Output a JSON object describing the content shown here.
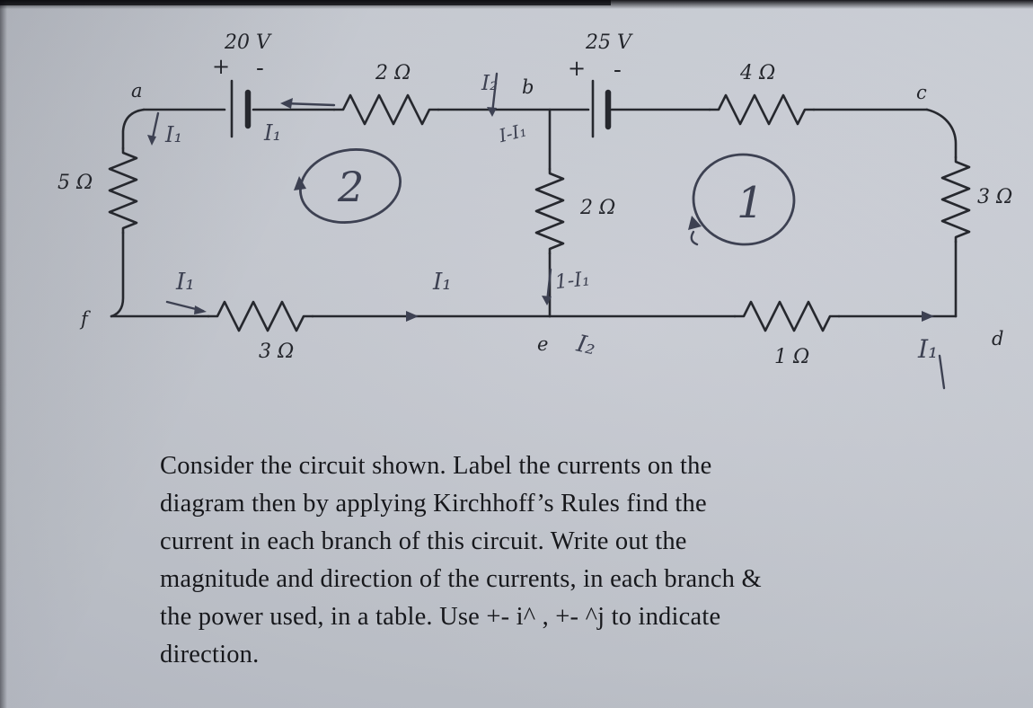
{
  "circuit": {
    "nodes": {
      "a": "a",
      "b": "b",
      "c": "c",
      "d": "d",
      "e": "e",
      "f": "f"
    },
    "sources": {
      "v1": "20 V",
      "v2": "25 V",
      "plus": "+",
      "minus": "-"
    },
    "resistors": {
      "r_ab": "2 Ω",
      "r_bc": "4 Ω",
      "r_af": "5 Ω",
      "r_be": "2 Ω",
      "r_cd": "3 Ω",
      "r_fe": "3 Ω",
      "r_ed": "1 Ω"
    },
    "annotations": {
      "loop1": "1",
      "loop2": "2",
      "i1_a": "I₁",
      "i1_top": "I₁",
      "i2_top": "I₂",
      "diff_top": "I-I₁",
      "i1_fe": "I₁",
      "i1_mid": "I₁",
      "diff_mid": "1-I₁",
      "i2_e": "I₂",
      "i1_d": "I₁"
    }
  },
  "problem": {
    "lines": [
      "Consider the circuit shown. Label the currents on the",
      "diagram then by applying Kirchhoff’s Rules find the",
      "current in each branch of this circuit. Write out the",
      "magnitude and direction of the currents, in each branch &",
      "the power used, in a table. Use +- i^ , +- ^j to indicate",
      "direction."
    ]
  },
  "colors": {
    "ink": "#26282e",
    "pen": "#3d4152",
    "paper": "#c4c8d0"
  }
}
